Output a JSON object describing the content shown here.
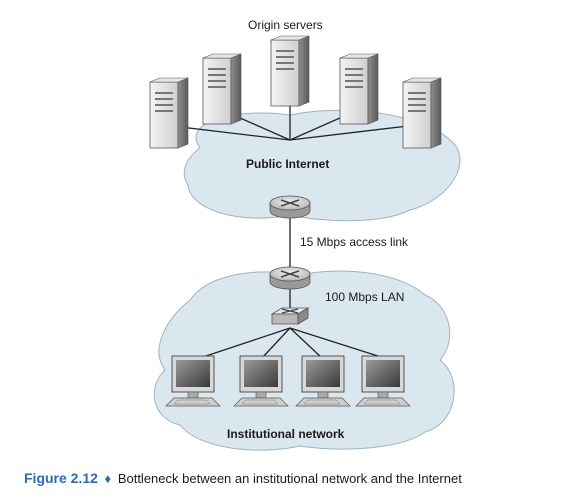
{
  "labels": {
    "origin_servers": "Origin servers",
    "public_internet": "Public Internet",
    "access_link": "15 Mbps access link",
    "lan": "100 Mbps LAN",
    "institutional_network": "Institutional network"
  },
  "caption": {
    "figure_number": "Figure 2.12",
    "separator": "♦",
    "text": "Bottleneck between an institutional network and the Internet"
  },
  "colors": {
    "cloud_fill": "#dbe7ef",
    "cloud_stroke": "#9fb3c0",
    "caption_accent": "#2a6db5"
  }
}
